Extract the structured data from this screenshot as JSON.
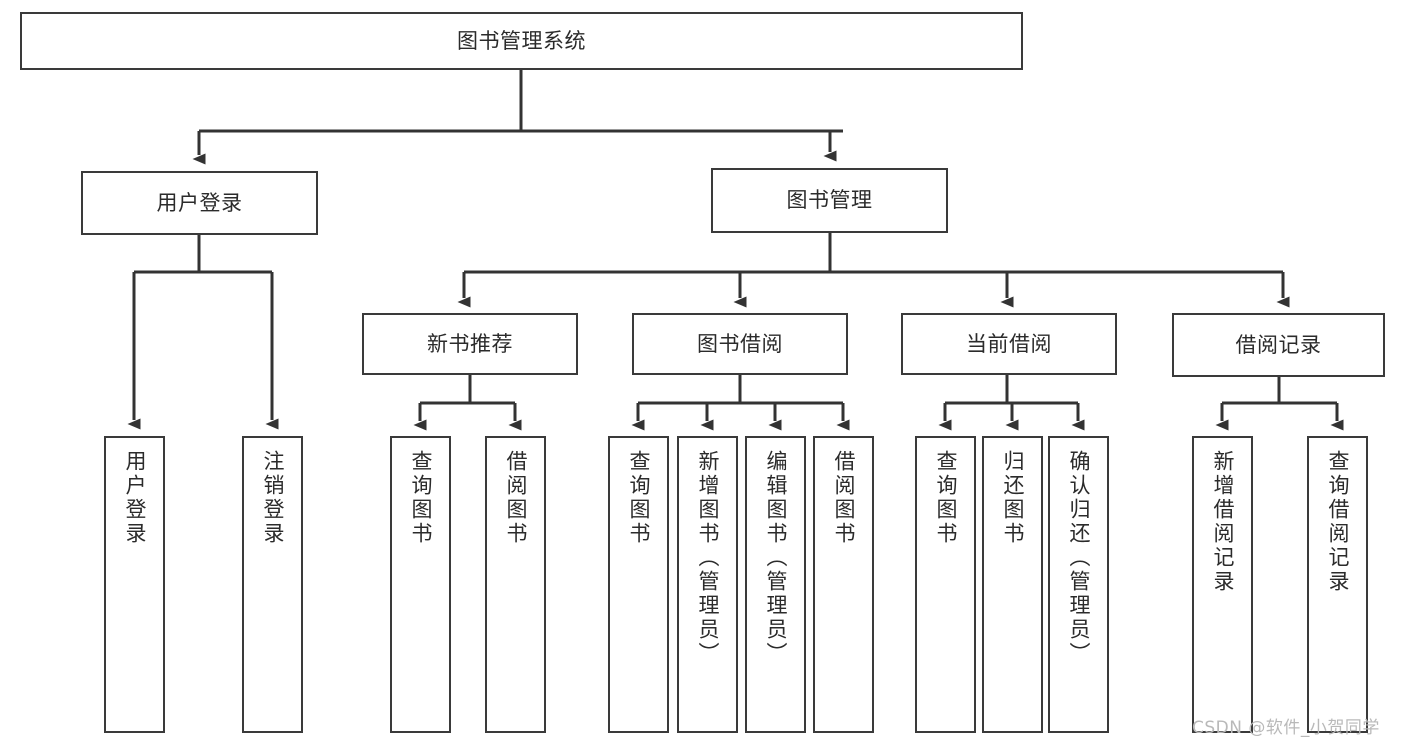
{
  "diagram": {
    "title": "图书管理系统",
    "type": "tree-hierarchy",
    "orientation": "top-down",
    "watermark": "CSDN @软件_小贺同学",
    "colors": {
      "background": "#ffffff",
      "node_border": "#3a3a3a",
      "node_fill": "#ffffff",
      "text": "#2b2b2b",
      "edge": "#333333",
      "watermark": "#b9b9b9"
    },
    "nodes": {
      "root": {
        "label": "图书管理系统"
      },
      "level1": [
        {
          "id": "user-login",
          "label": "用户登录"
        },
        {
          "id": "book-manage",
          "label": "图书管理"
        }
      ],
      "level2": [
        {
          "id": "new-book-recommend",
          "label": "新书推荐",
          "parent": "book-manage"
        },
        {
          "id": "book-borrow",
          "label": "图书借阅",
          "parent": "book-manage"
        },
        {
          "id": "current-borrow",
          "label": "当前借阅",
          "parent": "book-manage"
        },
        {
          "id": "borrow-record",
          "label": "借阅记录",
          "parent": "book-manage"
        }
      ],
      "leaves": [
        {
          "id": "leaf-user-login",
          "label": "用户登录",
          "parent": "user-login"
        },
        {
          "id": "leaf-user-logout",
          "label": "注销登录",
          "parent": "user-login"
        },
        {
          "id": "leaf-query-book-1",
          "label": "查询图书",
          "parent": "new-book-recommend"
        },
        {
          "id": "leaf-borrow-book-1",
          "label": "借阅图书",
          "parent": "new-book-recommend"
        },
        {
          "id": "leaf-query-book-2",
          "label": "查询图书",
          "parent": "book-borrow"
        },
        {
          "id": "leaf-add-book",
          "label": "新增图书（管理员）",
          "parent": "book-borrow"
        },
        {
          "id": "leaf-edit-book",
          "label": "编辑图书（管理员）",
          "parent": "book-borrow"
        },
        {
          "id": "leaf-borrow-book-2",
          "label": "借阅图书",
          "parent": "book-borrow"
        },
        {
          "id": "leaf-query-book-3",
          "label": "查询图书",
          "parent": "current-borrow"
        },
        {
          "id": "leaf-return-book",
          "label": "归还图书",
          "parent": "current-borrow"
        },
        {
          "id": "leaf-confirm-return",
          "label": "确认归还（管理员）",
          "parent": "current-borrow"
        },
        {
          "id": "leaf-add-record",
          "label": "新增借阅记录",
          "parent": "borrow-record"
        },
        {
          "id": "leaf-query-record",
          "label": "查询借阅记录",
          "parent": "borrow-record"
        }
      ]
    }
  }
}
